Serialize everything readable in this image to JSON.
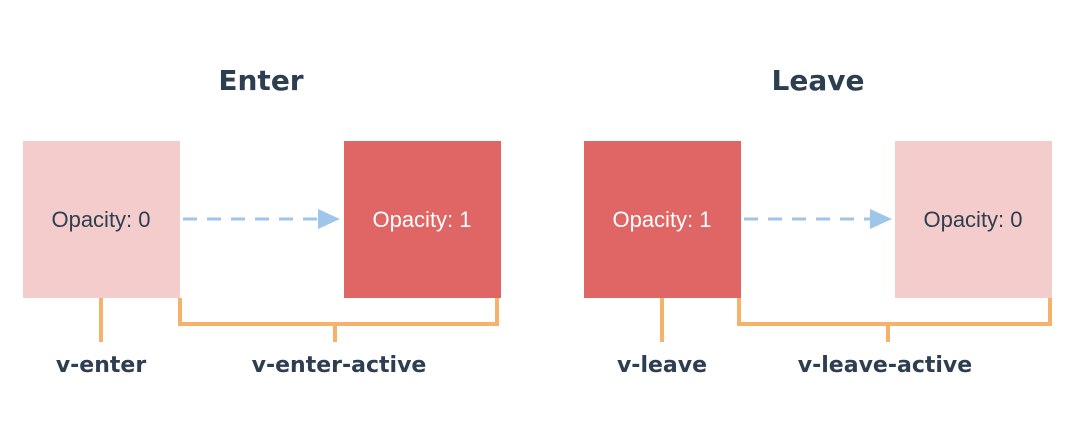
{
  "colors": {
    "text_dark": "#2c3e50",
    "text_light": "#ffffff",
    "box_faded": "#f4cccc",
    "box_solid": "#e06666",
    "arrow": "#9fc5e8",
    "bracket": "#f6b26b",
    "background": "#ffffff"
  },
  "enter": {
    "title": "Enter",
    "start_box": {
      "label": "Opacity: 0",
      "opacity": 0
    },
    "end_box": {
      "label": "Opacity: 1",
      "opacity": 1
    },
    "start_class": "v-enter",
    "active_class": "v-enter-active"
  },
  "leave": {
    "title": "Leave",
    "start_box": {
      "label": "Opacity: 1",
      "opacity": 1
    },
    "end_box": {
      "label": "Opacity: 0",
      "opacity": 0
    },
    "start_class": "v-leave",
    "active_class": "v-leave-active"
  }
}
